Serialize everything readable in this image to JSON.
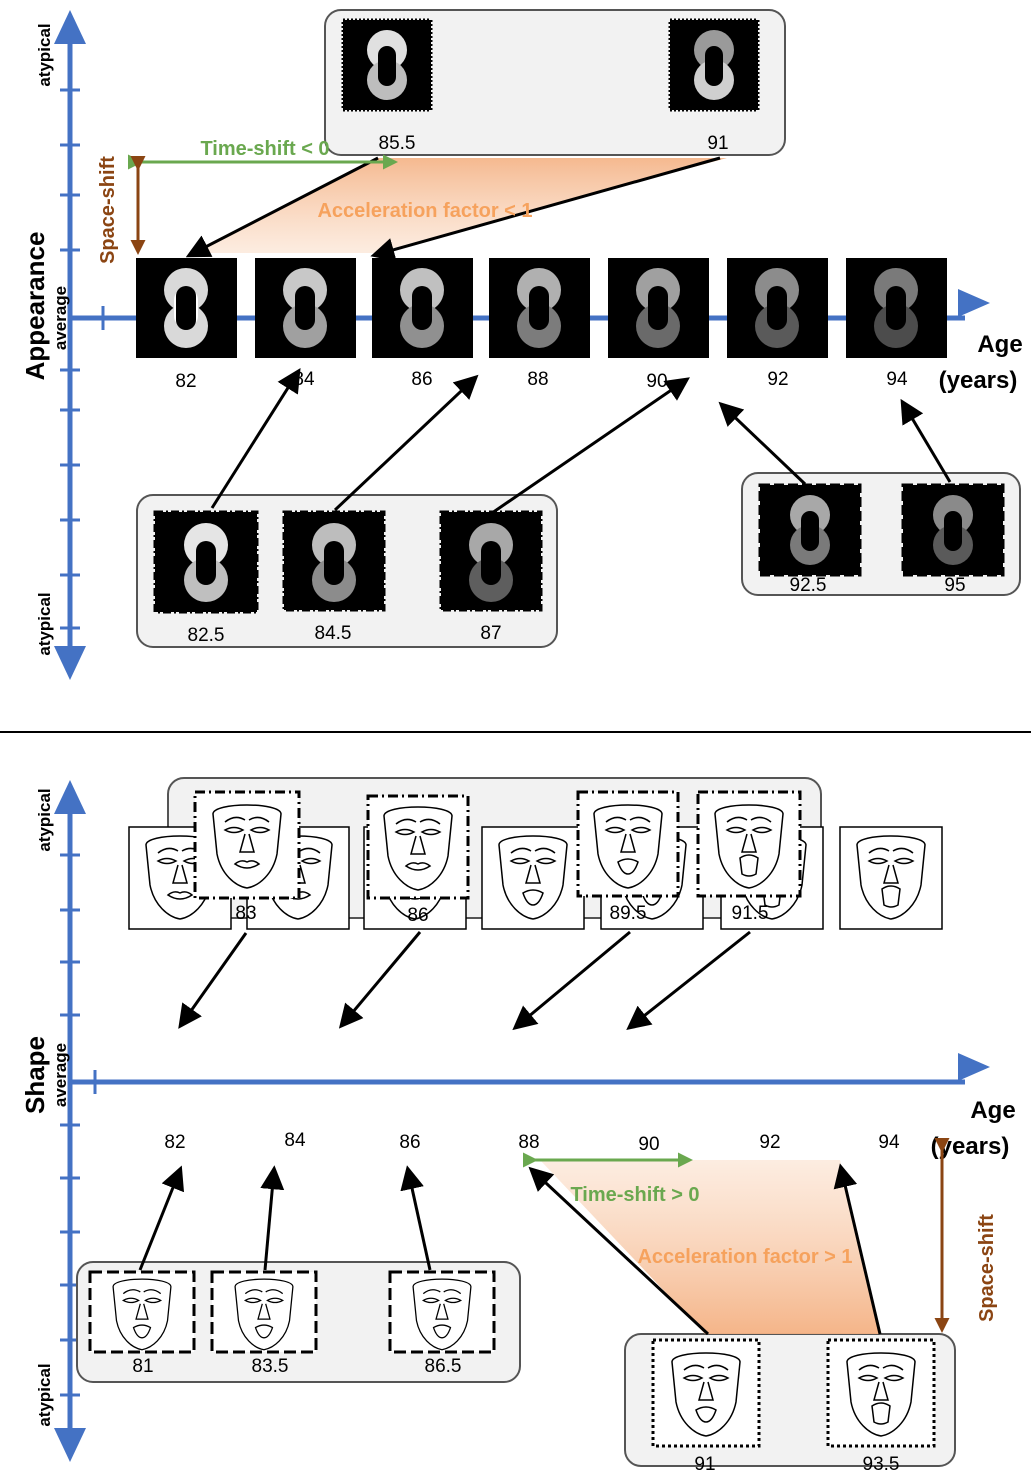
{
  "appearance_panel": {
    "axis_label": "Appearance",
    "y_top": "atypical",
    "y_mid": "average",
    "y_bottom": "atypical",
    "x_label_line1": "Age",
    "x_label_line2": "(years)",
    "main_ages": [
      "82",
      "84",
      "86",
      "88",
      "90",
      "92",
      "94"
    ],
    "top_group_ages": [
      "85.5",
      "91"
    ],
    "lower_left_group_ages": [
      "82.5",
      "84.5",
      "87"
    ],
    "lower_right_group_ages": [
      "92.5",
      "95"
    ],
    "time_shift": "Time-shift < 0",
    "acceleration": "Acceleration factor < 1",
    "space_shift": "Space-shift"
  },
  "shape_panel": {
    "axis_label": "Shape",
    "y_top": "atypical",
    "y_mid": "average",
    "y_bottom": "atypical",
    "x_label_line1": "Age",
    "x_label_line2": "(years)",
    "main_ages": [
      "82",
      "84",
      "86",
      "88",
      "90",
      "92",
      "94"
    ],
    "top_group_ages": [
      "83",
      "86",
      "89.5",
      "91.5"
    ],
    "lower_left_group_ages": [
      "81",
      "83.5",
      "86.5"
    ],
    "lower_right_group_ages": [
      "91",
      "93.5"
    ],
    "time_shift": "Time-shift > 0",
    "acceleration": "Acceleration factor > 1",
    "space_shift": "Space-shift"
  },
  "colors": {
    "axis_blue": "#4472c4",
    "shift_green": "#6aa84f",
    "accel_orange": "#f6a25d",
    "space_brown": "#8b4513",
    "group_fill": "#f2f2f2"
  }
}
